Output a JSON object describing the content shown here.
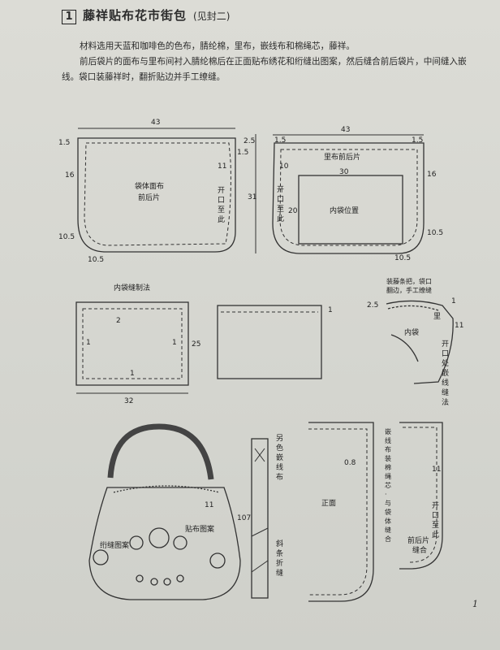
{
  "header": {
    "number": "1",
    "title": "藤祥贴布花市街包",
    "subtitle": "(见封二)"
  },
  "paragraph": {
    "line1": "材料选用天蓝和咖啡色的色布，腈纶棉，里布，嵌线布和棉绳芯，藤祥。",
    "line2": "前后袋片的面布与里布间衬入腈纶棉后在正面贴布绣花和绗缝出图案，然后缝合前后袋片，中间缝入嵌线。袋口装藤祥时，翻折贴边并手工缭缝。"
  },
  "fig1": {
    "width": "43",
    "top_left": "1.5",
    "top_right": "2.5",
    "right_small": "1.5",
    "side": "16",
    "right_side": "11",
    "height": "31",
    "bottom_left": "10.5",
    "bottom": "10.5",
    "center": "袋体面布",
    "center2": "前后片",
    "opening": [
      "开",
      "口",
      "至",
      "此"
    ]
  },
  "fig2": {
    "width": "43",
    "top_left": "1.5",
    "top_right": "1.5",
    "title": "里布前后片",
    "pocket_width": "30",
    "left": "10",
    "side": "16",
    "pocket_height": "20",
    "pocket": "内袋位置",
    "opening": [
      "开",
      "口",
      "至",
      "此"
    ],
    "bottom_right": "10.5",
    "bottom": "10.5"
  },
  "fig3": {
    "title": "内袋缝制法",
    "m_top": "2",
    "m_left": "1",
    "m_right": "1",
    "height": "25",
    "m_bottom": "1",
    "width": "32"
  },
  "fig4": {
    "mark": "1"
  },
  "fig5": {
    "note": [
      "装藤条把，袋口",
      "翻边，手工缭缝"
    ],
    "top": "2.5",
    "one": "1",
    "lining": "里",
    "side": "11",
    "pocket": "内袋",
    "opening": [
      "开",
      "口",
      "处",
      "嵌",
      "线",
      "缝",
      "法"
    ]
  },
  "fig6": {
    "side": "11",
    "length": "107",
    "embroidery": "绗缝图案",
    "applique": "贴布图案",
    "strip_a": [
      "另",
      "色",
      "嵌",
      "线",
      "布"
    ],
    "strip_b": [
      "斜",
      "条",
      "折",
      "缝"
    ]
  },
  "fig7": {
    "seam": "0.8",
    "face": "正面",
    "note": [
      "嵌",
      "线",
      "布",
      "装",
      "棉",
      "绳",
      "芯",
      "·",
      "与",
      "袋",
      "体",
      "缝",
      "合"
    ]
  },
  "fig8": {
    "side": "11",
    "opening": [
      "开",
      "口",
      "至",
      "此"
    ],
    "bottom": [
      "前后片",
      "缝合"
    ]
  },
  "page_number": "1"
}
